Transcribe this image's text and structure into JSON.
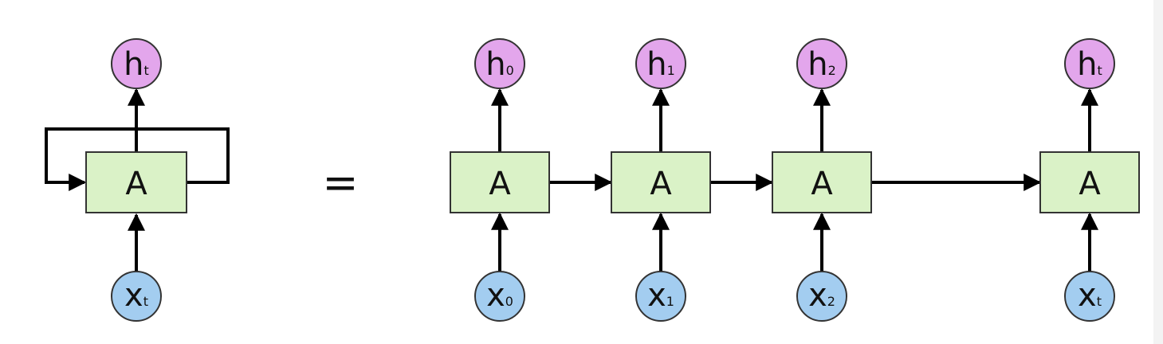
{
  "colors": {
    "box_fill": "#daf2c7",
    "box_stroke": "#333333",
    "output_fill": "#e3a6ec",
    "input_fill": "#a3cdf0",
    "line": "#000000"
  },
  "folded": {
    "box_label": "A",
    "output": {
      "main": "h",
      "sub": "t"
    },
    "input": {
      "main": "x",
      "sub": "t"
    }
  },
  "equals_sign": "=",
  "unrolled": [
    {
      "box_label": "A",
      "output": {
        "main": "h",
        "sub": "0"
      },
      "input": {
        "main": "x",
        "sub": "0"
      }
    },
    {
      "box_label": "A",
      "output": {
        "main": "h",
        "sub": "1"
      },
      "input": {
        "main": "x",
        "sub": "1"
      }
    },
    {
      "box_label": "A",
      "output": {
        "main": "h",
        "sub": "2"
      },
      "input": {
        "main": "x",
        "sub": "2"
      }
    },
    {
      "box_label": "A",
      "output": {
        "main": "h",
        "sub": "t"
      },
      "input": {
        "main": "x",
        "sub": "t"
      }
    }
  ]
}
